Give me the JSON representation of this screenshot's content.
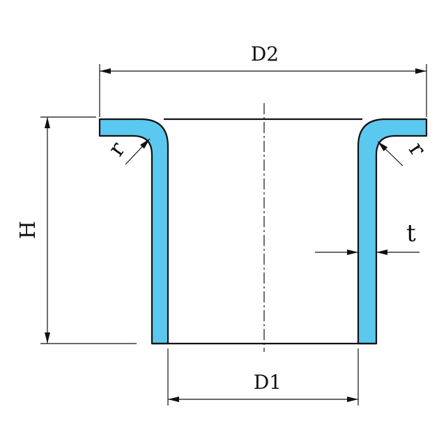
{
  "diagram": {
    "labels": {
      "d2": "D2",
      "d1": "D1",
      "h": "H",
      "t": "t",
      "r_left": "r",
      "r_right": "r"
    },
    "colors": {
      "part_fill": "#5bc8f0",
      "line": "#111111",
      "background": "#ffffff"
    }
  }
}
